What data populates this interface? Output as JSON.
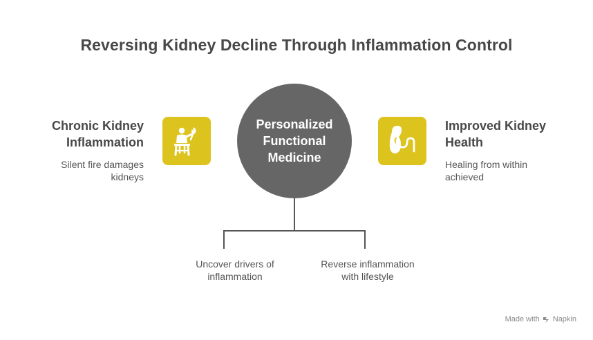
{
  "title": "Reversing Kidney Decline Through Inflammation Control",
  "left": {
    "title_line1": "Chronic Kidney",
    "title_line2": "Inflammation",
    "desc_line1": "Silent fire damages",
    "desc_line2": "kidneys",
    "icon": "person-with-fire-icon"
  },
  "center": {
    "line1": "Personalized",
    "line2": "Functional",
    "line3": "Medicine"
  },
  "right": {
    "title_line1": "Improved Kidney",
    "title_line2": "Health",
    "desc_line1": "Healing from within",
    "desc_line2": "achieved",
    "icon": "kidney-icon"
  },
  "branches": [
    {
      "line1": "Uncover drivers of",
      "line2": "inflammation"
    },
    {
      "line1": "Reverse inflammation",
      "line2": "with lifestyle"
    }
  ],
  "watermark": {
    "prefix": "Made with",
    "brand": "Napkin",
    "icon": "napkin-logo-icon"
  },
  "colors": {
    "accent": "#dcc31d",
    "circle": "#666666",
    "text": "#484848"
  }
}
